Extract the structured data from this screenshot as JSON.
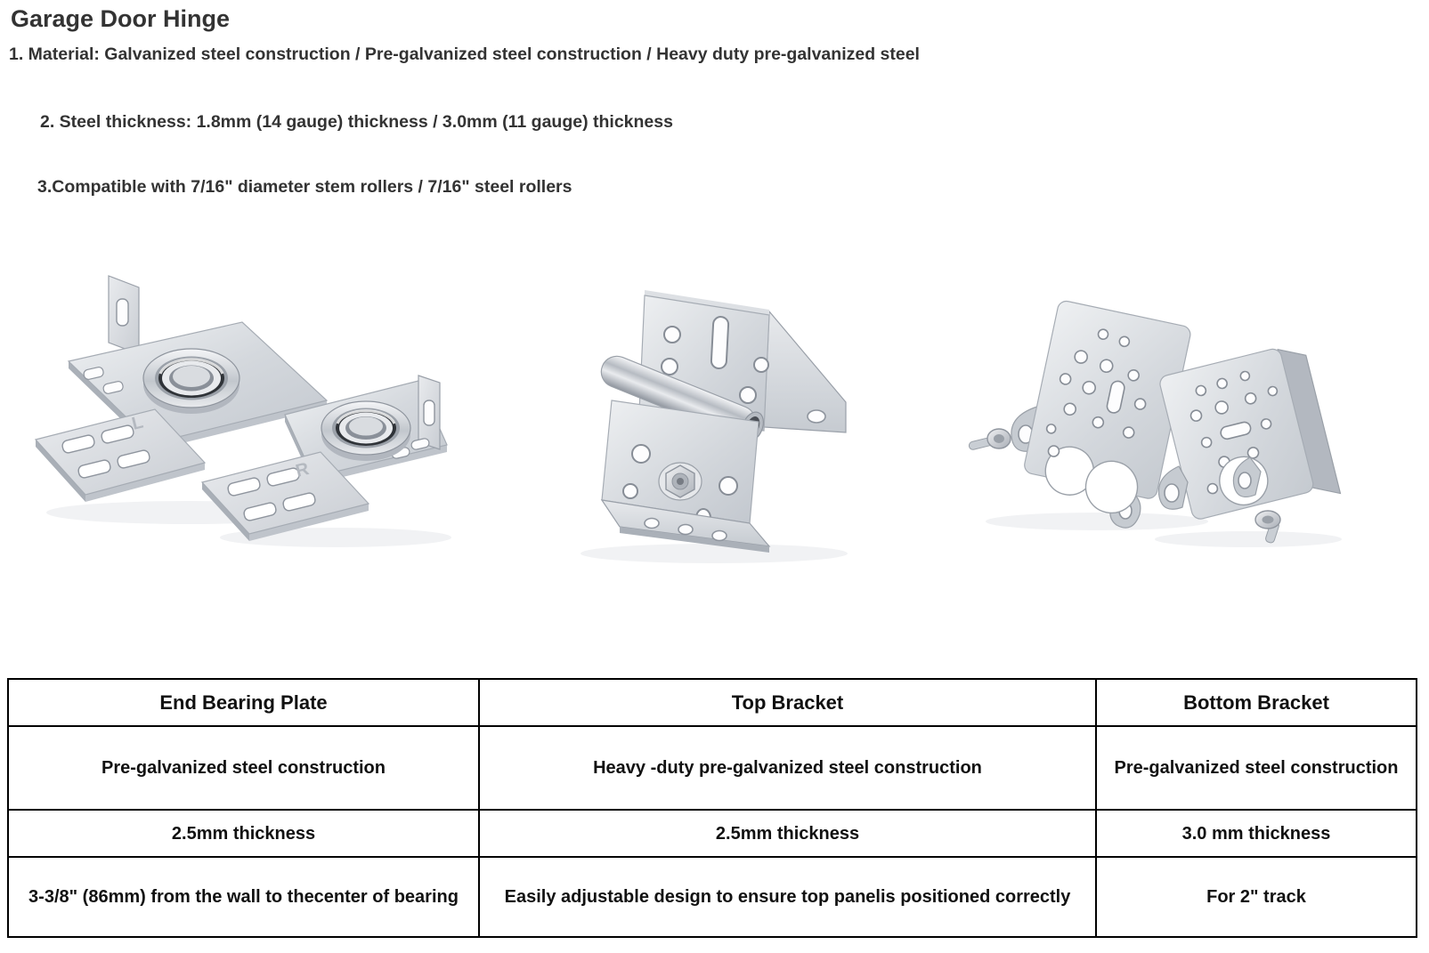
{
  "page": {
    "title": "Garage Door Hinge",
    "bullets": [
      "1. Material: Galvanized steel construction / Pre-galvanized steel construction / Heavy duty pre-galvanized steel",
      "2. Steel thickness: 1.8mm (14 gauge) thickness / 3.0mm (11 gauge) thickness",
      "3.Compatible with 7/16\" diameter stem rollers / 7/16\" steel rollers"
    ]
  },
  "photos": {
    "end_bearing_plate": {
      "name": "end-bearing-plates-photo",
      "stamp_left": "L",
      "stamp_right": "R"
    },
    "top_bracket": {
      "name": "top-bracket-photo"
    },
    "bottom_bracket": {
      "name": "bottom-brackets-photo"
    }
  },
  "table": {
    "headers": [
      "End Bearing Plate",
      "Top Bracket",
      "Bottom Bracket"
    ],
    "rows": [
      [
        "Pre-galvanized steel construction",
        "Heavy -duty pre-galvanized steel construction",
        "Pre-galvanized steel construction"
      ],
      [
        "2.5mm thickness",
        "2.5mm thickness",
        "3.0 mm thickness"
      ],
      [
        "3-3/8\" (86mm) from the wall to thecenter of bearing",
        "Easily adjustable design to ensure top panelis positioned correctly",
        "For 2\" track"
      ]
    ]
  },
  "colors": {
    "text": "#333333",
    "table_text": "#111111",
    "table_border": "#000000",
    "metal_light": "#eceef1",
    "metal_mid": "#c7ccd2",
    "metal_dark": "#9aa0a9",
    "background": "#ffffff"
  }
}
